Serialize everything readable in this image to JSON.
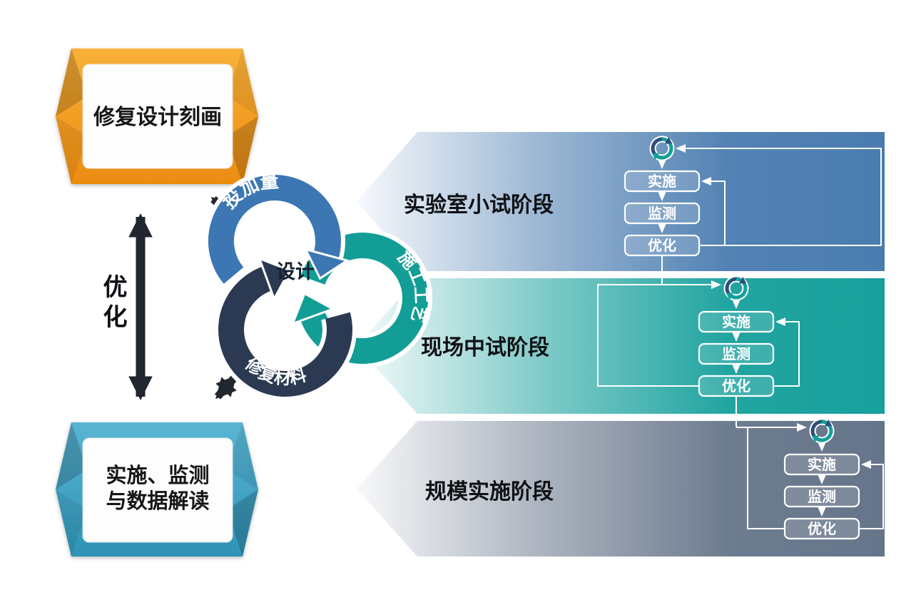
{
  "banners": {
    "top": {
      "label": "修复设计刻画",
      "color": "#f29a1c"
    },
    "bottom": {
      "line1": "实施、监测",
      "line2": "与数据解读",
      "color": "#3f9fc0"
    }
  },
  "optimize_arrow": {
    "label": "优化"
  },
  "design_cycle": {
    "center_label": "设计",
    "arcs": [
      {
        "label": "投加量",
        "color": "#3c77b3"
      },
      {
        "label": "施工工艺",
        "color": "#129e96"
      },
      {
        "label": "修复材料",
        "color": "#2b3a52"
      }
    ]
  },
  "stages": [
    {
      "label": "实验室小试阶段",
      "color": "#4a7cb0",
      "steps": [
        "实施",
        "监测",
        "优化"
      ]
    },
    {
      "label": "现场中试阶段",
      "color": "#17a09c",
      "steps": [
        "实施",
        "监测",
        "优化"
      ]
    },
    {
      "label": "规模实施阶段",
      "color": "#66758a",
      "steps": [
        "实施",
        "监测",
        "优化"
      ]
    }
  ]
}
